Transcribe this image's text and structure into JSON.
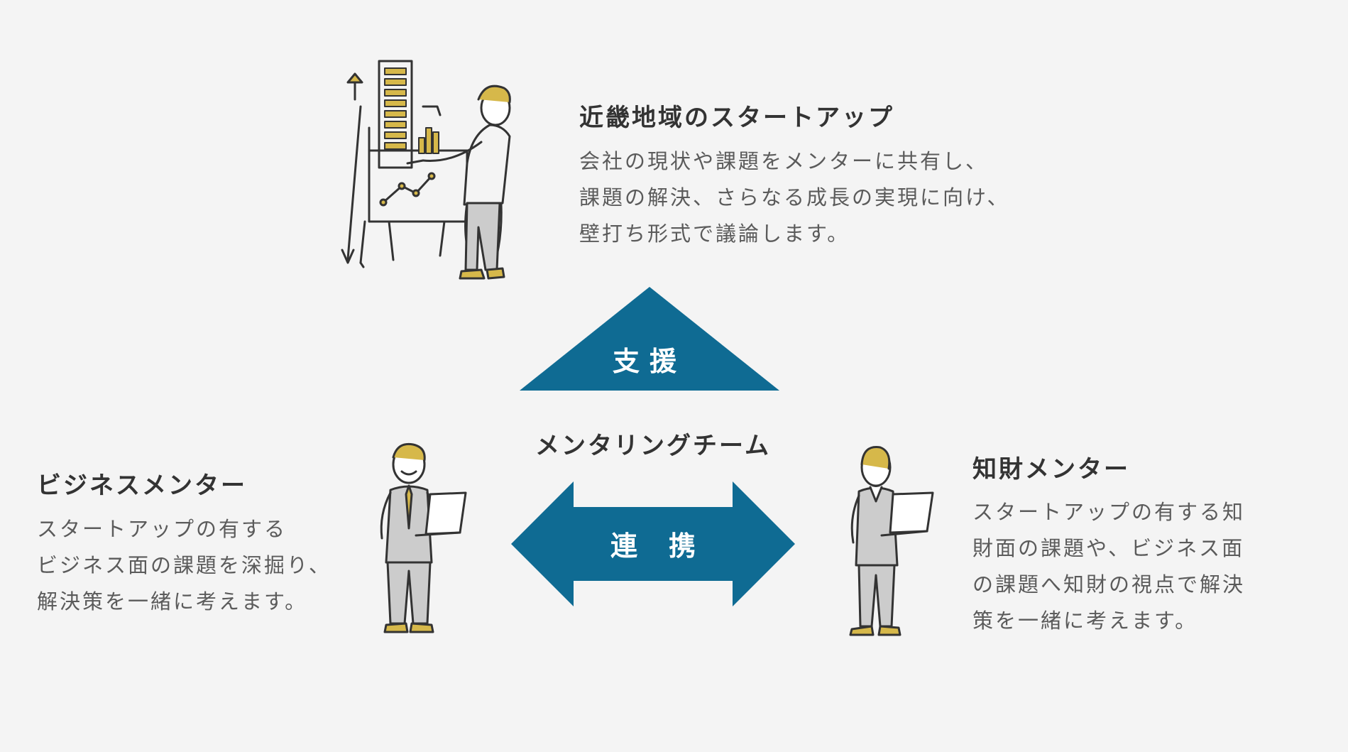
{
  "startup": {
    "title": "近畿地域のスタートアップ",
    "lines": [
      "会社の現状や課題をメンターに共有し、",
      "課題の解決、さらなる成長の実現に向け、",
      "壁打ち形式で議論します。"
    ]
  },
  "support": {
    "label": "支援"
  },
  "team": {
    "label": "メンタリングチーム"
  },
  "collaboration": {
    "label": "連携"
  },
  "business_mentor": {
    "title": "ビジネスメンター",
    "lines": [
      "スタートアップの有する",
      "ビジネス面の課題を深掘り、",
      "解決策を一緒に考えます。"
    ]
  },
  "ip_mentor": {
    "title": "知財メンター",
    "lines": [
      "スタートアップの有する知",
      "財面の課題や、ビジネス面",
      "の課題へ知財の視点で解決",
      "策を一緒に考えます。"
    ]
  },
  "colors": {
    "accent": "#0f6b93",
    "highlight": "#d6b84a",
    "background": "#f4f4f4",
    "suit": "#cccccc"
  },
  "icons": {
    "startup": "presenter-with-chart-icon",
    "business_mentor": "mentor-with-laptop-icon",
    "ip_mentor": "mentor-with-laptop-icon"
  }
}
